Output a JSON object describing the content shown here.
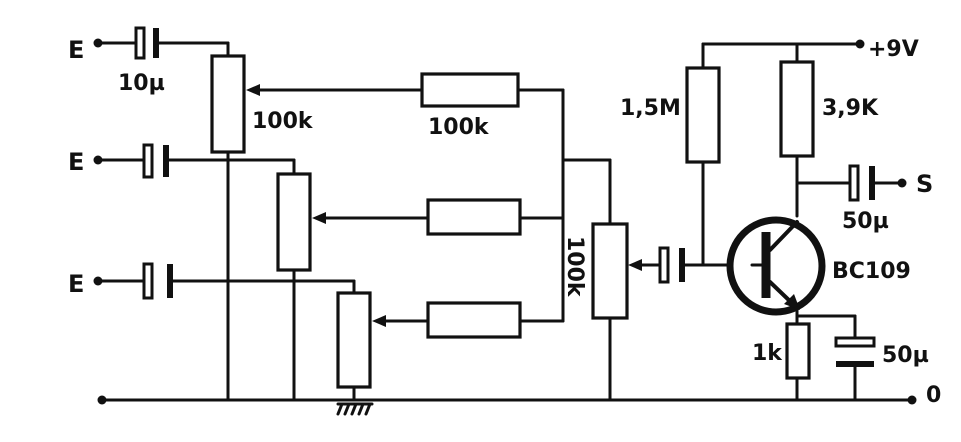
{
  "inputs": [
    {
      "label": "E",
      "cap": "10µ"
    },
    {
      "label": "E",
      "cap": ""
    },
    {
      "label": "E",
      "cap": ""
    }
  ],
  "mixer": {
    "pot_value": "100k",
    "resistor_value": "100k"
  },
  "master_pot": {
    "value": "100k"
  },
  "amplifier": {
    "supply": "+9V",
    "bias_resistor": "1,5M",
    "collector_resistor": "3,9K",
    "output_label": "S",
    "output_cap": "50µ",
    "transistor": "BC109",
    "emitter_resistor": "1k",
    "emitter_cap": "50µ",
    "ground_label": "0"
  },
  "colors": {
    "ink": "#111111",
    "paper": "#ffffff"
  }
}
